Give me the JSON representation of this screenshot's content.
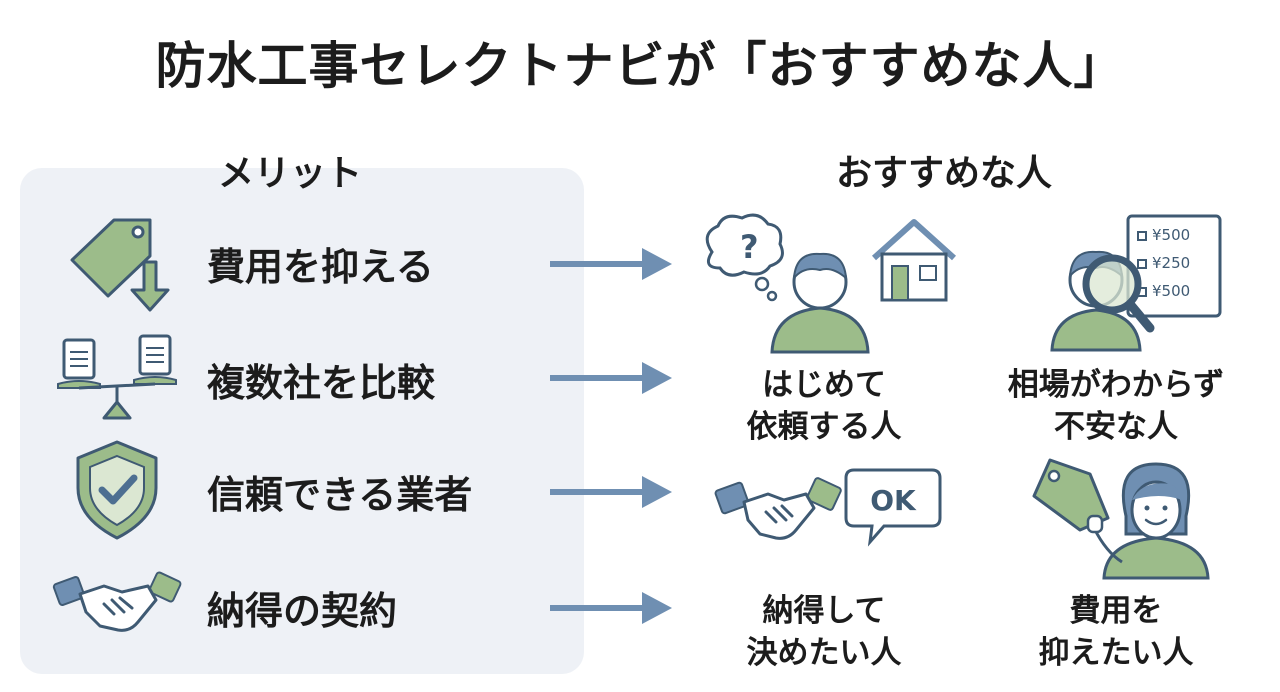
{
  "title": "防水工事セレクトナビが「おすすめな人」",
  "merits": {
    "heading": "メリット",
    "items": [
      {
        "label": "費用を抑える",
        "icon": "price-tag-down-icon"
      },
      {
        "label": "複数社を比較",
        "icon": "balance-scale-documents-icon"
      },
      {
        "label": "信頼できる業者",
        "icon": "shield-check-icon"
      },
      {
        "label": "納得の契約",
        "icon": "handshake-icon"
      }
    ]
  },
  "recommended": {
    "heading": "おすすめな人",
    "items": [
      {
        "line1": "はじめて",
        "line2": "依頼する人",
        "icon": "person-question-house-icon"
      },
      {
        "line1": "相場がわからず",
        "line2": "不安な人",
        "icon": "magnifier-price-list-icon",
        "prices": [
          "¥500",
          "¥250",
          "¥500"
        ]
      },
      {
        "line1": "納得して",
        "line2": "決めたい人",
        "icon": "handshake-ok-bubble-icon",
        "bubble": "OK"
      },
      {
        "line1": "費用を",
        "line2": "抑えたい人",
        "icon": "woman-price-tag-icon"
      }
    ]
  },
  "colors": {
    "green": "#9cbc8a",
    "blue": "#6f8fb2",
    "outline": "#3f5a73",
    "panel": "#eef1f6"
  }
}
